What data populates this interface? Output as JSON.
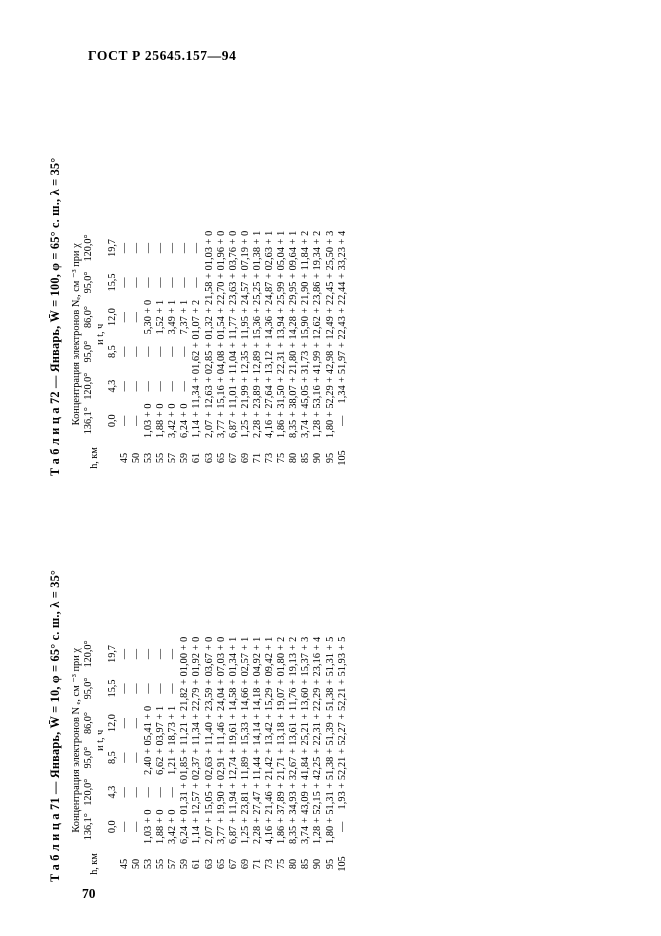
{
  "document": {
    "standard_number": "ГОСТ Р 25645.157—94",
    "page_number": "70"
  },
  "tables": [
    {
      "id": "table-72",
      "caption_prefix": "Т а б л и ц а  72",
      "caption_rest": "— Январь,  W̄ = 100,  φ = 65° с. ш.,  λ = 35°",
      "caption_full": "Т а б л и ц а  72 — Январь,  W̄ = 100,  φ = 65° с. ш.,  λ = 35°",
      "group_header": "Концентрация электронов Nₑ, см ⁻³ при χ",
      "h_header": "h, км",
      "t_header": "и t, ч",
      "chi_values": [
        "136,1°",
        "120,0°",
        "95,0°",
        "86,0°",
        "95,0°",
        "120,0°"
      ],
      "t_values": [
        "0,0",
        "4,3",
        "8,5",
        "12,0",
        "15,5",
        "19,7"
      ],
      "h_values": [
        "45",
        "50",
        "53",
        "55",
        "57",
        "59",
        "61",
        "63",
        "65",
        "67",
        "69",
        "71",
        "73",
        "75",
        "80",
        "85",
        "90",
        "95",
        "105"
      ],
      "rows": [
        [
          "—",
          "—",
          "—",
          "—",
          "—",
          "—"
        ],
        [
          "—",
          "—",
          "—",
          "—",
          "—",
          "—"
        ],
        [
          "1,03 + 0",
          "—",
          "—",
          "5,30 + 0",
          "—",
          "—"
        ],
        [
          "1,88 + 0",
          "—",
          "—",
          "1,52 + 1",
          "—",
          "—"
        ],
        [
          "3,42 + 0",
          "—",
          "—",
          "3,49 + 1",
          "—",
          "—"
        ],
        [
          "6,24 + 0",
          "—",
          "—",
          "7,37 + 1",
          "—",
          "—"
        ],
        [
          "1,14 + 1",
          "1,34 + 0",
          "1,62 + 0",
          "1,07 + 2",
          "—",
          "—"
        ],
        [
          "2,07 + 1",
          "2,63 + 0",
          "2,85 + 0",
          "1,32 + 2",
          "1,58 + 0",
          "1,03 + 0"
        ],
        [
          "3,77 + 1",
          "5,16 + 0",
          "4,08 + 0",
          "1,54 + 2",
          "2,70 + 0",
          "1,96 + 0"
        ],
        [
          "6,87 + 1",
          "1,01 + 1",
          "1,04 + 1",
          "1,77 + 2",
          "3,63 + 0",
          "3,76 + 0"
        ],
        [
          "1,25 + 2",
          "1,99 + 1",
          "2,35 + 1",
          "1,95 + 2",
          "4,57 + 0",
          "7,19 + 0"
        ],
        [
          "2,28 + 2",
          "3,89 + 1",
          "2,89 + 1",
          "5,36 + 2",
          "5,25 + 0",
          "1,38 + 1"
        ],
        [
          "4,16 + 2",
          "7,64 + 1",
          "3,12 + 1",
          "4,36 + 2",
          "4,87 + 0",
          "2,63 + 1"
        ],
        [
          "1,86 + 3",
          "1,50 + 2",
          "2,31 + 1",
          "3,94 + 2",
          "5,99 + 0",
          "5,04 + 1"
        ],
        [
          "8,35 + 3",
          "8,07 + 2",
          "1,80 + 1",
          "4,28 + 2",
          "9,95 + 0",
          "9,64 + 1"
        ],
        [
          "3,74 + 4",
          "5,05 + 3",
          "1,73 + 1",
          "5,90 + 2",
          "1,90 + 1",
          "1,84 + 2"
        ],
        [
          "1,28 + 5",
          "3,16 + 4",
          "1,99 + 1",
          "2,62 + 2",
          "3,86 + 1",
          "9,34 + 2"
        ],
        [
          "1,80 + 5",
          "2,29 + 4",
          "2,98 + 1",
          "2,49 + 2",
          "2,45 + 2",
          "5,50 + 3"
        ],
        [
          "—",
          "1,34 + 5",
          "1,97 + 2",
          "2,43 + 2",
          "2,44 + 3",
          "3,23 + 4"
        ]
      ]
    },
    {
      "id": "table-71",
      "caption_prefix": "Т а б л и ц а  71",
      "caption_rest": "— Январь,  W̄ = 10,  φ = 65° с. ш.,  λ = 35°",
      "caption_full": "Т а б л и ц а  71 — Январь,  W̄ = 10,  φ = 65° с. ш.,  λ = 35°",
      "group_header": "Концентрация электронов N ₑ, см ⁻³ при χ",
      "h_header": "h, км",
      "t_header": "и t, ч",
      "chi_values": [
        "136,1°",
        "120,0°",
        "95,0°",
        "86,0°",
        "95,0°",
        "120,0°"
      ],
      "t_values": [
        "0,0",
        "4,3",
        "8,5",
        "12,0",
        "15,5",
        "19,7"
      ],
      "h_values": [
        "45",
        "50",
        "53",
        "55",
        "57",
        "59",
        "61",
        "63",
        "65",
        "67",
        "69",
        "71",
        "73",
        "75",
        "80",
        "85",
        "90",
        "95",
        "105"
      ],
      "rows": [
        [
          "—",
          "—",
          "—",
          "—",
          "—",
          "—"
        ],
        [
          "—",
          "—",
          "—",
          "—",
          "—",
          "—"
        ],
        [
          "1,03 + 0",
          "—",
          "2,40 + 0",
          "5,41 + 0",
          "—",
          "—"
        ],
        [
          "1,88 + 0",
          "—",
          "6,62 + 0",
          "3,97 + 1",
          "—",
          "—"
        ],
        [
          "3,42 + 0",
          "—",
          "1,21 + 1",
          "8,73 + 1",
          "—",
          "—"
        ],
        [
          "6,24 + 0",
          "1,31 + 0",
          "1,85 + 1",
          "1,21 + 2",
          "1,82 + 0",
          "1,00 + 0"
        ],
        [
          "1,14 + 1",
          "2,57 + 0",
          "2,37 + 1",
          "1,34 + 2",
          "2,79 + 0",
          "1,92 + 0"
        ],
        [
          "2,07 + 1",
          "5,05 + 0",
          "2,63 + 1",
          "1,40 + 2",
          "3,59 + 0",
          "3,67 + 0"
        ],
        [
          "3,77 + 1",
          "9,90 + 0",
          "2,91 + 1",
          "1,46 + 2",
          "4,04 + 0",
          "7,03 + 0"
        ],
        [
          "6,87 + 1",
          "1,94 + 1",
          "2,74 + 1",
          "9,61 + 1",
          "4,58 + 0",
          "1,34 + 1"
        ],
        [
          "1,25 + 2",
          "3,81 + 1",
          "1,89 + 1",
          "5,33 + 1",
          "4,66 + 0",
          "2,57 + 1"
        ],
        [
          "2,28 + 2",
          "7,47 + 1",
          "1,44 + 1",
          "4,14 + 1",
          "4,18 + 0",
          "4,92 + 1"
        ],
        [
          "4,16 + 2",
          "1,46 + 2",
          "1,42 + 1",
          "3,42 + 1",
          "5,29 + 0",
          "9,42 + 1"
        ],
        [
          "1,86 + 3",
          "7,89 + 2",
          "1,71 + 1",
          "3,18 + 1",
          "9,07 + 0",
          "1,80 + 2"
        ],
        [
          "8,35 + 3",
          "4,93 + 3",
          "2,67 + 1",
          "3,61 + 1",
          "1,76 + 1",
          "9,13 + 2"
        ],
        [
          "3,74 + 4",
          "3,09 + 4",
          "1,84 + 2",
          "5,21 + 1",
          "3,60 + 1",
          "5,37 + 3"
        ],
        [
          "1,28 + 5",
          "2,15 + 4",
          "2,25 + 2",
          "2,31 + 2",
          "2,29 + 2",
          "3,16 + 4"
        ],
        [
          "1,80 + 5",
          "1,31 + 5",
          "1,38 + 5",
          "1,39 + 5",
          "1,38 + 5",
          "1,31 + 5"
        ],
        [
          "—",
          "1,93 + 5",
          "2,21 + 5",
          "2,27 + 5",
          "2,21 + 5",
          "1,93 + 5"
        ]
      ]
    }
  ]
}
